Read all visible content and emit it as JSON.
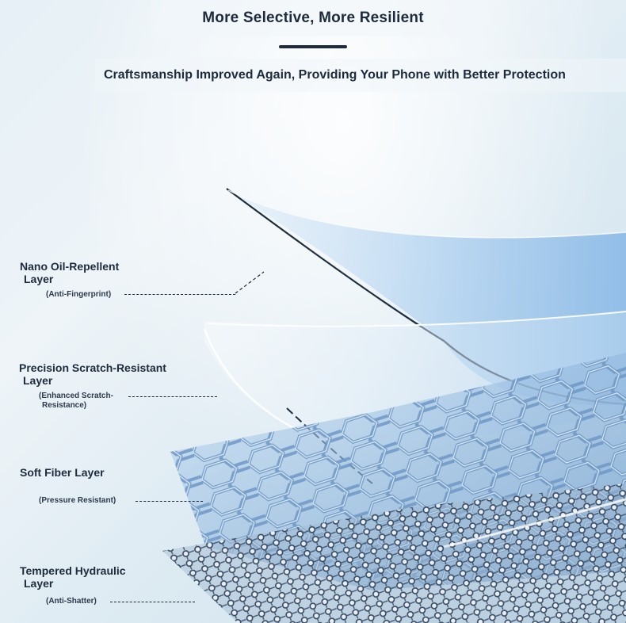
{
  "header": {
    "title": "More Selective, More Resilient",
    "subtitle": "Craftsmanship Improved Again, Providing Your Phone with Better Protection"
  },
  "layers": [
    {
      "name_line1": "Nano Oil-Repellent",
      "name_line2": "Layer",
      "feature": "(Anti-Fingerprint)"
    },
    {
      "name_line1": "Precision Scratch-Resistant",
      "name_line2": "Layer",
      "feature_line1": "(Enhanced Scratch-",
      "feature_line2": "Resistance)"
    },
    {
      "name_line1": "Soft Fiber Layer",
      "feature": "(Pressure Resistant)"
    },
    {
      "name_line1": "Tempered Hydraulic",
      "name_line2": "Layer",
      "feature": "(Anti-Shatter)"
    }
  ],
  "colors": {
    "text": "#1d2b3c",
    "glass": "#9ec4e8",
    "mesh": "#5d86b3",
    "chain": "#3e5470"
  }
}
